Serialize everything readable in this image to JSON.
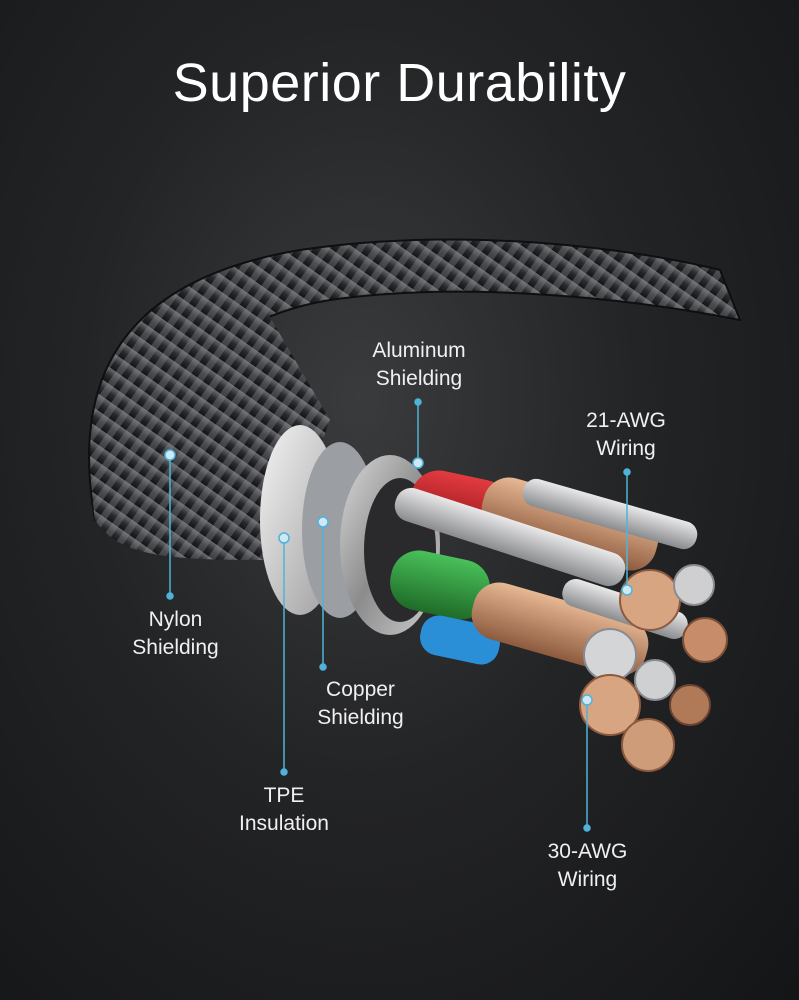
{
  "title": "Superior Durability",
  "callouts": {
    "aluminum": {
      "line1": "Aluminum",
      "line2": "Shielding"
    },
    "awg21": {
      "line1": "21-AWG",
      "line2": "Wiring"
    },
    "nylon": {
      "line1": "Nylon",
      "line2": "Shielding"
    },
    "copper": {
      "line1": "Copper",
      "line2": "Shielding"
    },
    "tpe": {
      "line1": "TPE",
      "line2": "Insulation"
    },
    "awg30": {
      "line1": "30-AWG",
      "line2": "Wiring"
    }
  },
  "colors": {
    "accent_line": "#4fb3d9",
    "red_wire": "#c8242a",
    "green_wire": "#2f9a3c",
    "blue_wire": "#2a8fd6",
    "copper": "#c98f6a"
  }
}
